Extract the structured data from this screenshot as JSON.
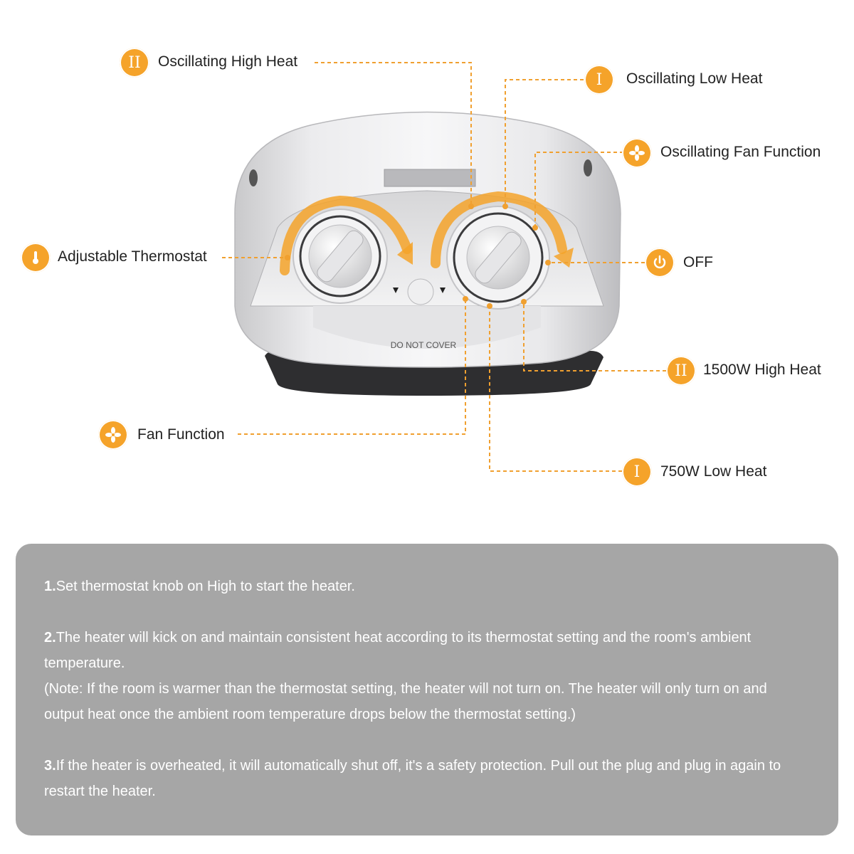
{
  "labels": {
    "osc_high_heat": "Oscillating High Heat",
    "osc_low_heat": "Oscillating Low Heat",
    "osc_fan": "Oscillating Fan Function",
    "thermostat": "Adjustable Thermostat",
    "off": "OFF",
    "high_heat": "1500W High Heat",
    "fan": "Fan Function",
    "low_heat": "750W Low Heat"
  },
  "badges": {
    "osc_high_heat": "II",
    "osc_low_heat": "I",
    "high_heat": "II",
    "low_heat": "I"
  },
  "heater": {
    "warning": "DO NOT COVER"
  },
  "instructions": {
    "step1_num": "1.",
    "step1": "Set thermostat knob on High to start the heater.",
    "step2_num": "2.",
    "step2": "The heater will kick on and maintain consistent heat according to its thermostat setting and the room's ambient temperature.",
    "step2_note": "(Note: If the room is warmer than the thermostat setting, the heater will not turn on. The heater will only turn on and output heat once the ambient room temperature drops below the thermostat setting.)",
    "step3_num": "3.",
    "step3": "If the heater is overheated, it will automatically shut off, it's a safety protection. Pull out the plug and plug in again to restart the heater."
  },
  "colors": {
    "accent": "#f5a32a",
    "panel": "#a6a6a6"
  }
}
